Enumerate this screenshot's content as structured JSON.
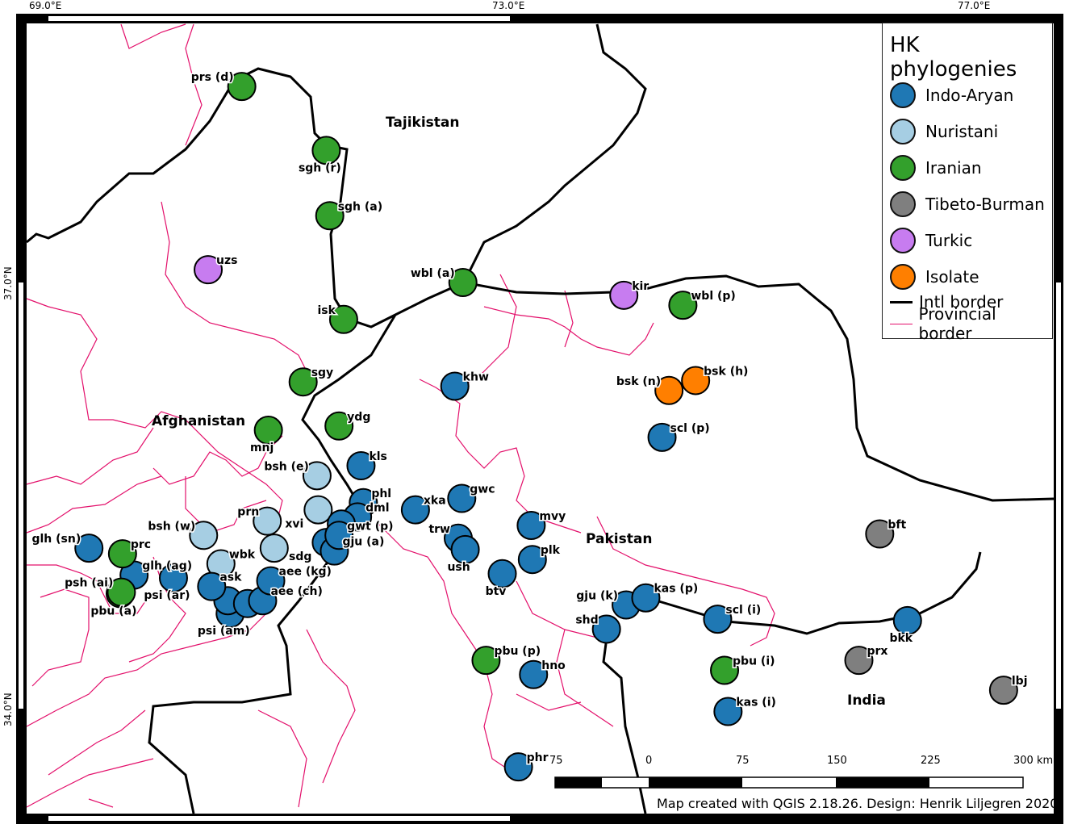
{
  "graticule": {
    "lon_labels": [
      "69.0°E",
      "73.0°E",
      "77.0°E"
    ],
    "lat_labels": [
      "37.0°N",
      "34.0°N"
    ]
  },
  "countries": [
    "Tajikistan",
    "Afghanistan",
    "Pakistan",
    "India"
  ],
  "legend": {
    "title": "HK phylogenies",
    "categories": [
      {
        "key": "ia",
        "label": "Indo-Aryan",
        "color": "#1f78b4"
      },
      {
        "key": "nu",
        "label": "Nuristani",
        "color": "#a6cee3"
      },
      {
        "key": "ir",
        "label": "Iranian",
        "color": "#33a02c"
      },
      {
        "key": "tb",
        "label": "Tibeto-Burman",
        "color": "#7f7f7f"
      },
      {
        "key": "tu",
        "label": "Turkic",
        "color": "#c77cf0"
      },
      {
        "key": "is",
        "label": "Isolate",
        "color": "#ff7f00"
      }
    ],
    "lines": [
      {
        "label": "Intl border",
        "color": "#000000"
      },
      {
        "label": "Provincial border",
        "color": "#e3106b"
      }
    ]
  },
  "points": [
    {
      "label": "prs (d)",
      "cat": "ir",
      "lon": 70.67,
      "lat": 38.38
    },
    {
      "label": "sgh (r)",
      "cat": "ir",
      "lon": 71.4,
      "lat": 37.93
    },
    {
      "label": "sgh (a)",
      "cat": "ir",
      "lon": 71.43,
      "lat": 37.47
    },
    {
      "label": "isk",
      "cat": "ir",
      "lon": 71.55,
      "lat": 36.74
    },
    {
      "label": "wbl (a)",
      "cat": "ir",
      "lon": 72.58,
      "lat": 37.0
    },
    {
      "label": "uzs",
      "cat": "tu",
      "lon": 70.38,
      "lat": 37.09
    },
    {
      "label": "kir",
      "cat": "tu",
      "lon": 73.97,
      "lat": 36.91
    },
    {
      "label": "wbl (p)",
      "cat": "ir",
      "lon": 74.48,
      "lat": 36.84
    },
    {
      "label": "sgy",
      "cat": "ir",
      "lon": 71.2,
      "lat": 36.3
    },
    {
      "label": "ydg",
      "cat": "ir",
      "lon": 71.51,
      "lat": 35.99
    },
    {
      "label": "mnj",
      "cat": "ir",
      "lon": 70.9,
      "lat": 35.96
    },
    {
      "label": "khw",
      "cat": "ia",
      "lon": 72.51,
      "lat": 36.27
    },
    {
      "label": "bsk (n)",
      "cat": "is",
      "lon": 74.36,
      "lat": 36.24
    },
    {
      "label": "bsk (h)",
      "cat": "is",
      "lon": 74.59,
      "lat": 36.31
    },
    {
      "label": "scl (p)",
      "cat": "ia",
      "lon": 74.3,
      "lat": 35.91
    },
    {
      "label": "kls",
      "cat": "ia",
      "lon": 71.7,
      "lat": 35.71
    },
    {
      "label": "bsh (e)",
      "cat": "nu",
      "lon": 71.32,
      "lat": 35.64
    },
    {
      "label": "xvi",
      "cat": "nu",
      "lon": 71.33,
      "lat": 35.4
    },
    {
      "label": "prn",
      "cat": "nu",
      "lon": 70.89,
      "lat": 35.32
    },
    {
      "label": "",
      "cat": "nu",
      "lon": 70.95,
      "lat": 35.13
    },
    {
      "label": "bsh (w)",
      "cat": "nu",
      "lon": 70.34,
      "lat": 35.22
    },
    {
      "label": "wbk",
      "cat": "nu",
      "lon": 70.49,
      "lat": 35.02
    },
    {
      "label": "phl",
      "cat": "ia",
      "lon": 71.72,
      "lat": 35.45
    },
    {
      "label": "dml",
      "cat": "ia",
      "lon": 71.67,
      "lat": 35.35
    },
    {
      "label": "",
      "cat": "ia",
      "lon": 71.53,
      "lat": 35.3
    },
    {
      "label": "sdg",
      "cat": "ia",
      "lon": 71.4,
      "lat": 35.17
    },
    {
      "label": "gju (a)",
      "cat": "ia",
      "lon": 71.47,
      "lat": 35.11
    },
    {
      "label": "gwt (p)",
      "cat": "ia",
      "lon": 71.51,
      "lat": 35.22
    },
    {
      "label": "glh (sn)",
      "cat": "ia",
      "lon": 69.35,
      "lat": 35.13
    },
    {
      "label": "glh (ag)",
      "cat": "ia",
      "lon": 69.74,
      "lat": 34.94
    },
    {
      "label": "prc",
      "cat": "ir",
      "lon": 69.64,
      "lat": 35.09
    },
    {
      "label": "pbu (a)",
      "cat": "ir",
      "lon": 69.62,
      "lat": 34.81
    },
    {
      "label": "psh (ai)",
      "cat": "ir",
      "lon": 69.63,
      "lat": 34.82
    },
    {
      "label": "psi (ar)",
      "cat": "ia",
      "lon": 70.08,
      "lat": 34.92
    },
    {
      "label": "psi (am)",
      "cat": "ia",
      "lon": 70.57,
      "lat": 34.67
    },
    {
      "label": "",
      "cat": "ia",
      "lon": 70.55,
      "lat": 34.76
    },
    {
      "label": "",
      "cat": "ia",
      "lon": 70.72,
      "lat": 34.74
    },
    {
      "label": "aee (ch)",
      "cat": "ia",
      "lon": 70.85,
      "lat": 34.76
    },
    {
      "label": "ask",
      "cat": "ia",
      "lon": 70.41,
      "lat": 34.86
    },
    {
      "label": "aee (kg)",
      "cat": "ia",
      "lon": 70.92,
      "lat": 34.9
    },
    {
      "label": "xka",
      "cat": "ia",
      "lon": 72.17,
      "lat": 35.4
    },
    {
      "label": "gwc",
      "cat": "ia",
      "lon": 72.57,
      "lat": 35.48
    },
    {
      "label": "trw",
      "cat": "ia",
      "lon": 72.54,
      "lat": 35.2
    },
    {
      "label": "ush",
      "cat": "ia",
      "lon": 72.6,
      "lat": 35.12
    },
    {
      "label": "mvy",
      "cat": "ia",
      "lon": 73.17,
      "lat": 35.29
    },
    {
      "label": "btv",
      "cat": "ia",
      "lon": 72.92,
      "lat": 34.95
    },
    {
      "label": "plk",
      "cat": "ia",
      "lon": 73.18,
      "lat": 35.05
    },
    {
      "label": "gju (k)",
      "cat": "ia",
      "lon": 73.99,
      "lat": 34.73
    },
    {
      "label": "kas (p)",
      "cat": "ia",
      "lon": 74.16,
      "lat": 34.78
    },
    {
      "label": "shd",
      "cat": "ia",
      "lon": 73.82,
      "lat": 34.56
    },
    {
      "label": "scl (i)",
      "cat": "ia",
      "lon": 74.78,
      "lat": 34.63
    },
    {
      "label": "bkk",
      "cat": "ia",
      "lon": 76.42,
      "lat": 34.62
    },
    {
      "label": "bft",
      "cat": "tb",
      "lon": 76.18,
      "lat": 35.23
    },
    {
      "label": "prx",
      "cat": "tb",
      "lon": 76.0,
      "lat": 34.34
    },
    {
      "label": "lbj",
      "cat": "tb",
      "lon": 77.25,
      "lat": 34.13
    },
    {
      "label": "pbu (p)",
      "cat": "ir",
      "lon": 72.78,
      "lat": 34.34
    },
    {
      "label": "hno",
      "cat": "ia",
      "lon": 73.19,
      "lat": 34.24
    },
    {
      "label": "pbu (i)",
      "cat": "ir",
      "lon": 74.84,
      "lat": 34.27
    },
    {
      "label": "kas (i)",
      "cat": "ia",
      "lon": 74.87,
      "lat": 33.98
    },
    {
      "label": "phr",
      "cat": "ia",
      "lon": 73.06,
      "lat": 33.59
    }
  ],
  "scale_bar": {
    "ticks": [
      "75",
      "0",
      "75",
      "150",
      "225",
      "300 km"
    ]
  },
  "credit": "Map created with QGIS 2.18.26. Design: Henrik Liljegren 2020"
}
